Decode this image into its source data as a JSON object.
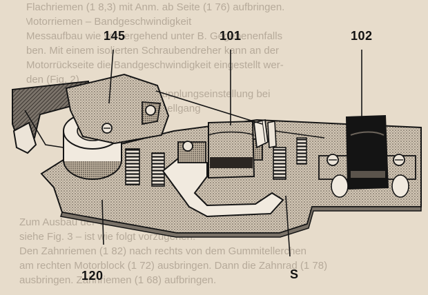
{
  "labels": {
    "top": [
      "145",
      "101",
      "102"
    ],
    "bottom": [
      "120",
      "S"
    ]
  },
  "background_text": {
    "top": [
      "Flachriemen (1 8,3) mit Anm. ab Seite (1 76) aufbringen.",
      "b) Motorriemen – Bandgeschwindigkeit",
      "Messaufbau wie vorhergehend unter B. Gegebenenfalls",
      "ben. Mit einem isolierten Schraubendreher kann an der",
      "Motorrückseite die Bandgeschwindigkeit eingestellt wer-",
      "den (Fig. 2).",
      "c) Kupplungseinstellung bei",
      "Schnellgang"
    ],
    "bottom": [
      "Zum Ausbau der Teile der Anordnungen – Einstellungsplan",
      "siehe Fig. 3 – ist wie folgt vorzugehen:",
      "Den Zahnriemen (1 82) nach rechts von dem Gummitellerchen",
      "am rechten Motorblock (1 72) ausbringen. Dann die Zahnrad (1 78)",
      "ausbringen. Zahnriemen (1 68) aufbringen."
    ]
  },
  "colors": {
    "page": "#e7dccb",
    "line": "#151515",
    "motor_dark": "#141414",
    "ink_faint": "#b6aa9a"
  }
}
